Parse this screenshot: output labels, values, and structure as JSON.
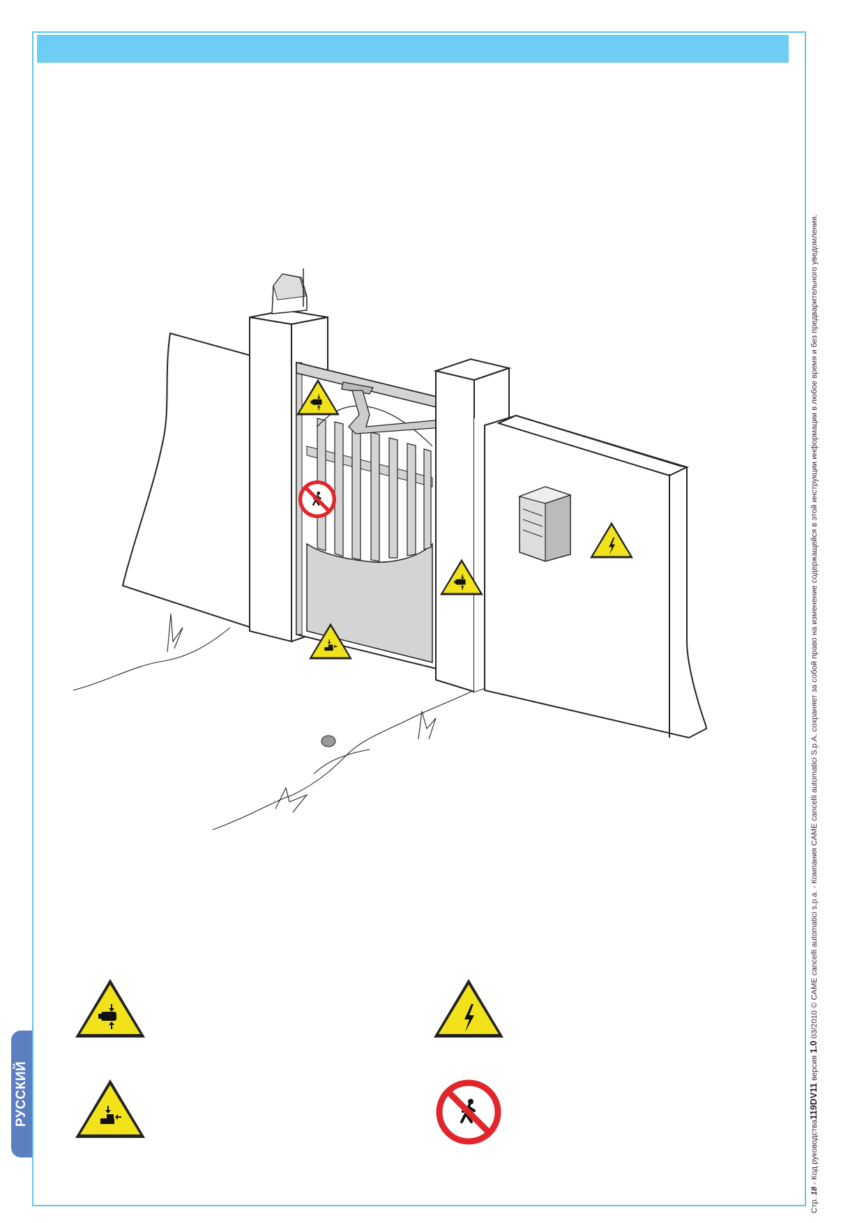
{
  "sidebar": {
    "language_label": "РУССКИЙ"
  },
  "footer": {
    "page_prefix": "Стр.",
    "page_number": "18",
    "code_label": " - Код руководства",
    "code": "119DV11",
    "version_label": " версия ",
    "version": "1.0",
    "rest": " 03/2010 © CAME cancelli automatici s.p.a. - Компания CAME cancelli automatici S.p.A. сохраняет за собой право на изменение содержащейся в этой инструкции информации в любое время и без предварительного уведомления."
  },
  "colors": {
    "header_bar": "#6dcdf3",
    "frame": "#5ec4ea",
    "language_tab": "#5b7fc0",
    "warning_yellow": "#f2e21a",
    "prohibition_red": "#e0262b"
  },
  "icons": {
    "crush_hand": "hand-crush-warning-icon",
    "electric": "electric-shock-warning-icon",
    "crush_foot": "foot-crush-warning-icon",
    "no_transit": "no-pedestrian-transit-icon"
  }
}
